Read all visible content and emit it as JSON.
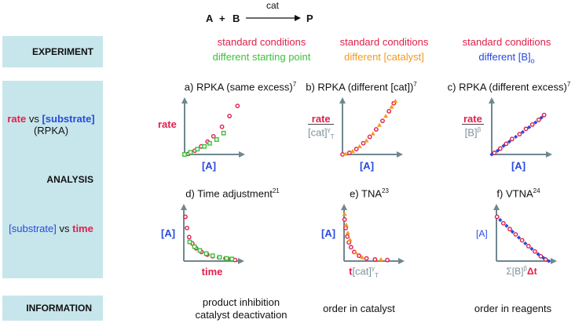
{
  "reaction": {
    "left": "A",
    "plus": "+",
    "right": "B",
    "catalyst": "cat",
    "product": "P"
  },
  "rows": {
    "experiment": "EXPERIMENT",
    "analysis": "ANALYSIS",
    "information": "INFORMATION"
  },
  "analysis_labels": {
    "rpka": {
      "rate": "rate",
      "vs": "vs",
      "substrate": "[substrate]",
      "sub": "(RPKA)"
    },
    "time": {
      "substrate": "[substrate]",
      "vs": "vs",
      "time": "time"
    }
  },
  "experiment": [
    {
      "line1": "standard conditions",
      "line2": "different starting point",
      "color2": "#3cc13c"
    },
    {
      "line1": "standard conditions",
      "line2": "different [catalyst]",
      "color2": "#f59a1d"
    },
    {
      "line1": "standard conditions",
      "line2": "different [B]",
      "line2_sub": "o",
      "color2": "#2749e0"
    }
  ],
  "information": [
    {
      "line1": "product inhibition",
      "line2": "catalyst deactivation"
    },
    {
      "line1": "order in catalyst"
    },
    {
      "line1": "order in reagents"
    }
  ],
  "colors": {
    "red": "#e01f4b",
    "green": "#3cc13c",
    "orange": "#f59a1d",
    "blue": "#2749e0",
    "axis": "#6f8791",
    "box": "#c7e6eb"
  },
  "chart_data": [
    {
      "id": "a",
      "type": "scatter",
      "title": "a) RPKA (same excess)",
      "ref": "7",
      "xlabel": "[A]",
      "ylabel": "rate",
      "series": [
        {
          "marker": "circle",
          "color": "#e01f4b",
          "points": [
            [
              0.7,
              0.1
            ],
            [
              1.9,
              0.7
            ],
            [
              3.1,
              1.5
            ],
            [
              4.3,
              2.4
            ],
            [
              5.4,
              3.4
            ],
            [
              7,
              5.2
            ],
            [
              8.4,
              7.2
            ],
            [
              9.9,
              9.1
            ]
          ]
        },
        {
          "marker": "square",
          "color": "#3cc13c",
          "points": [
            [
              0,
              0
            ],
            [
              1.1,
              0.4
            ],
            [
              2.4,
              1
            ],
            [
              3.7,
              1.5
            ],
            [
              4.7,
              2.1
            ],
            [
              6,
              2.8
            ],
            [
              7.3,
              4
            ]
          ]
        }
      ]
    },
    {
      "id": "b",
      "type": "scatter",
      "title": "b) RPKA (different [cat])",
      "ref": "7",
      "xlabel": "[A]",
      "ylabel_num": "rate",
      "ylabel_den": "[cat]",
      "ylabel_den_sub": "T",
      "ylabel_den_sup": "γ",
      "series": [
        {
          "marker": "circle",
          "color": "#e01f4b",
          "points": [
            [
              0,
              0
            ],
            [
              1.3,
              0.3
            ],
            [
              2.6,
              1
            ],
            [
              3.9,
              2.1
            ],
            [
              5.1,
              3.3
            ],
            [
              6.3,
              4.7
            ],
            [
              7.5,
              6.3
            ],
            [
              8.7,
              8.1
            ],
            [
              9.6,
              9.6
            ]
          ]
        },
        {
          "marker": "triangle",
          "color": "#f59a1d",
          "points": [
            [
              0.6,
              0.1
            ],
            [
              1.9,
              0.6
            ],
            [
              3.2,
              1.5
            ],
            [
              4.5,
              2.6
            ],
            [
              5.7,
              3.9
            ],
            [
              6.9,
              5.5
            ],
            [
              8.1,
              7.2
            ],
            [
              9.2,
              8.9
            ],
            [
              9.9,
              10
            ]
          ]
        }
      ]
    },
    {
      "id": "c",
      "type": "scatter",
      "title": "c) RPKA (different excess)",
      "ref": "7",
      "xlabel": "[A]",
      "ylabel_num": "rate",
      "ylabel_den": "[B]",
      "ylabel_den_sup": "β",
      "series": [
        {
          "marker": "circle",
          "color": "#e01f4b",
          "points": [
            [
              0.5,
              0.3
            ],
            [
              1.6,
              1.1
            ],
            [
              2.7,
              2
            ],
            [
              3.8,
              2.9
            ],
            [
              5.2,
              3.8
            ],
            [
              6.4,
              4.8
            ],
            [
              7.6,
              5.6
            ],
            [
              8.8,
              6.5
            ],
            [
              9.8,
              7.4
            ]
          ]
        },
        {
          "marker": "diamond",
          "color": "#2749e0",
          "points": [
            [
              0,
              0
            ],
            [
              1.1,
              0.7
            ],
            [
              2.2,
              1.6
            ],
            [
              3.3,
              2.4
            ],
            [
              4.5,
              3.3
            ],
            [
              5.8,
              4.2
            ],
            [
              7,
              5.1
            ],
            [
              8.2,
              6
            ],
            [
              9.3,
              6.9
            ]
          ]
        }
      ]
    },
    {
      "id": "d",
      "type": "scatter",
      "title": "d) Time adjustment",
      "ref": "21",
      "xlabel": "time",
      "ylabel": "[A]",
      "series": [
        {
          "marker": "circle",
          "color": "#e01f4b",
          "points": [
            [
              0.3,
              8.3
            ],
            [
              0.6,
              6.2
            ],
            [
              1,
              4.5
            ],
            [
              1.6,
              3.3
            ],
            [
              2.3,
              2.4
            ],
            [
              3.3,
              1.7
            ],
            [
              4.4,
              1.2
            ],
            [
              5.4,
              0.9
            ],
            [
              6.6,
              0.7
            ],
            [
              7.8,
              0.5
            ],
            [
              8.8,
              0.4
            ],
            [
              9.6,
              0.2
            ]
          ]
        },
        {
          "marker": "square",
          "color": "#3cc13c",
          "points": [
            [
              1.1,
              3.6
            ],
            [
              2,
              2.7
            ],
            [
              3,
              2
            ],
            [
              4.2,
              1.4
            ],
            [
              5.4,
              1
            ],
            [
              6.7,
              0.7
            ],
            [
              8,
              0.5
            ],
            [
              9,
              0.4
            ]
          ]
        }
      ]
    },
    {
      "id": "e",
      "type": "scatter",
      "title": "e) TNA",
      "ref": "23",
      "xlabel_t": "t",
      "xlabel_rest": "[cat]",
      "xlabel_sub": "T",
      "xlabel_sup": "γ",
      "ylabel": "[A]",
      "series": [
        {
          "marker": "circle",
          "color": "#e01f4b",
          "points": [
            [
              0.1,
              7.8
            ],
            [
              0.3,
              6.2
            ],
            [
              0.6,
              4.6
            ],
            [
              0.9,
              3.5
            ],
            [
              1.3,
              2.6
            ],
            [
              1.9,
              1.7
            ],
            [
              2.8,
              1
            ],
            [
              4.2,
              0.5
            ],
            [
              5.8,
              0.3
            ],
            [
              8.1,
              0.2
            ]
          ]
        },
        {
          "marker": "triangle",
          "color": "#f59a1d",
          "points": [
            [
              0.1,
              8.8
            ],
            [
              0.4,
              6.8
            ],
            [
              0.7,
              5.3
            ],
            [
              1.1,
              4
            ],
            [
              2.2,
              1.6
            ],
            [
              3.4,
              0.7
            ],
            [
              6.9,
              0.3
            ]
          ]
        }
      ]
    },
    {
      "id": "f",
      "type": "scatter",
      "title": "f) VTNA",
      "ref": "24",
      "xlabel_rest": "Σ[B]",
      "xlabel_sup": "β",
      "xlabel_dt": "Δt",
      "ylabel": "[A]",
      "series": [
        {
          "marker": "circle",
          "color": "#e01f4b",
          "points": [
            [
              0.1,
              8.3
            ],
            [
              1.3,
              7.1
            ],
            [
              2.5,
              6
            ],
            [
              3.6,
              5
            ],
            [
              4.8,
              3.9
            ],
            [
              6,
              2.8
            ],
            [
              7.2,
              1.8
            ],
            [
              8.3,
              0.9
            ],
            [
              9.2,
              0.3
            ]
          ]
        },
        {
          "marker": "diamond",
          "color": "#2749e0",
          "points": [
            [
              0.7,
              7.7
            ],
            [
              1.9,
              6.6
            ],
            [
              3,
              5.5
            ],
            [
              4.2,
              4.4
            ],
            [
              5.4,
              3.3
            ],
            [
              6.6,
              2.3
            ],
            [
              7.8,
              1.3
            ],
            [
              8.8,
              0.6
            ],
            [
              9.8,
              0
            ]
          ]
        }
      ]
    }
  ]
}
